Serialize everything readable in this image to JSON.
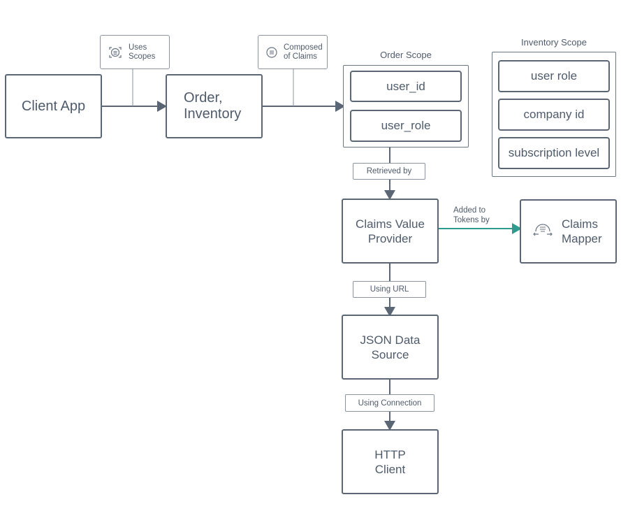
{
  "nodes": {
    "client_app": "Client App",
    "order_inventory": [
      "Order,",
      "Inventory"
    ],
    "claims_value_provider": [
      "Claims Value",
      "Provider"
    ],
    "claims_mapper": [
      "Claims",
      "Mapper"
    ],
    "json_data_source": [
      "JSON Data",
      "Source"
    ],
    "http_client": [
      "HTTP",
      "Client"
    ]
  },
  "notes": {
    "uses_scopes": [
      "Uses",
      "Scopes"
    ],
    "composed_of_claims": [
      "Composed",
      "of Claims"
    ]
  },
  "order_scope": {
    "title": "Order Scope",
    "claims": [
      "user_id",
      "user_role"
    ]
  },
  "inventory_scope": {
    "title": "Inventory Scope",
    "claims": [
      "user role",
      "company id",
      "subscription level"
    ]
  },
  "edge_labels": {
    "retrieved_by": "Retrieved by",
    "added_to_tokens_by": [
      "Added to",
      "Tokens by"
    ],
    "using_url": "Using URL",
    "using_connection": "Using Connection"
  },
  "colors": {
    "stroke": "#5b6675",
    "accent_teal": "#2e9b8f"
  }
}
